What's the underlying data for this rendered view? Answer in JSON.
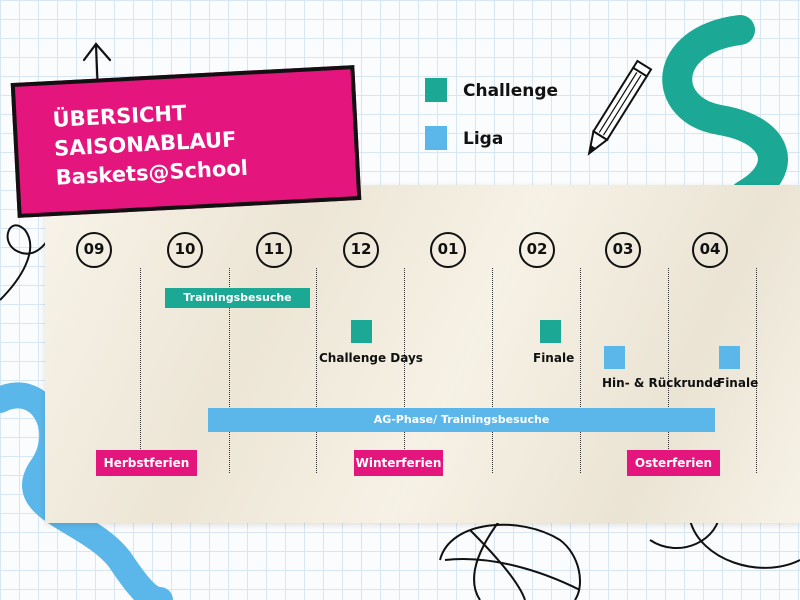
{
  "title": {
    "line1": "ÜBERSICHT SAISONABLAUF",
    "line2": "Baskets@School"
  },
  "legend": [
    {
      "label": "Challenge",
      "color": "#1ba895"
    },
    {
      "label": "Liga",
      "color": "#5bb7ea"
    }
  ],
  "months": [
    "09",
    "10",
    "11",
    "12",
    "01",
    "02",
    "03",
    "04"
  ],
  "bars": {
    "trainingsbesuche": "Trainingsbesuche",
    "ag_phase": "AG-Phase/ Trainingsbesuche"
  },
  "milestones": {
    "challenge_days": "Challenge Days",
    "challenge_finale": "Finale",
    "liga_runde": "Hin- & Rückrunde",
    "liga_finale": "Finale"
  },
  "holidays": {
    "herbst": "Herbstferien",
    "winter": "Winterferien",
    "oster": "Osterferien"
  },
  "colors": {
    "challenge": "#1ba895",
    "liga": "#5bb7ea",
    "accent": "#e5157e"
  }
}
